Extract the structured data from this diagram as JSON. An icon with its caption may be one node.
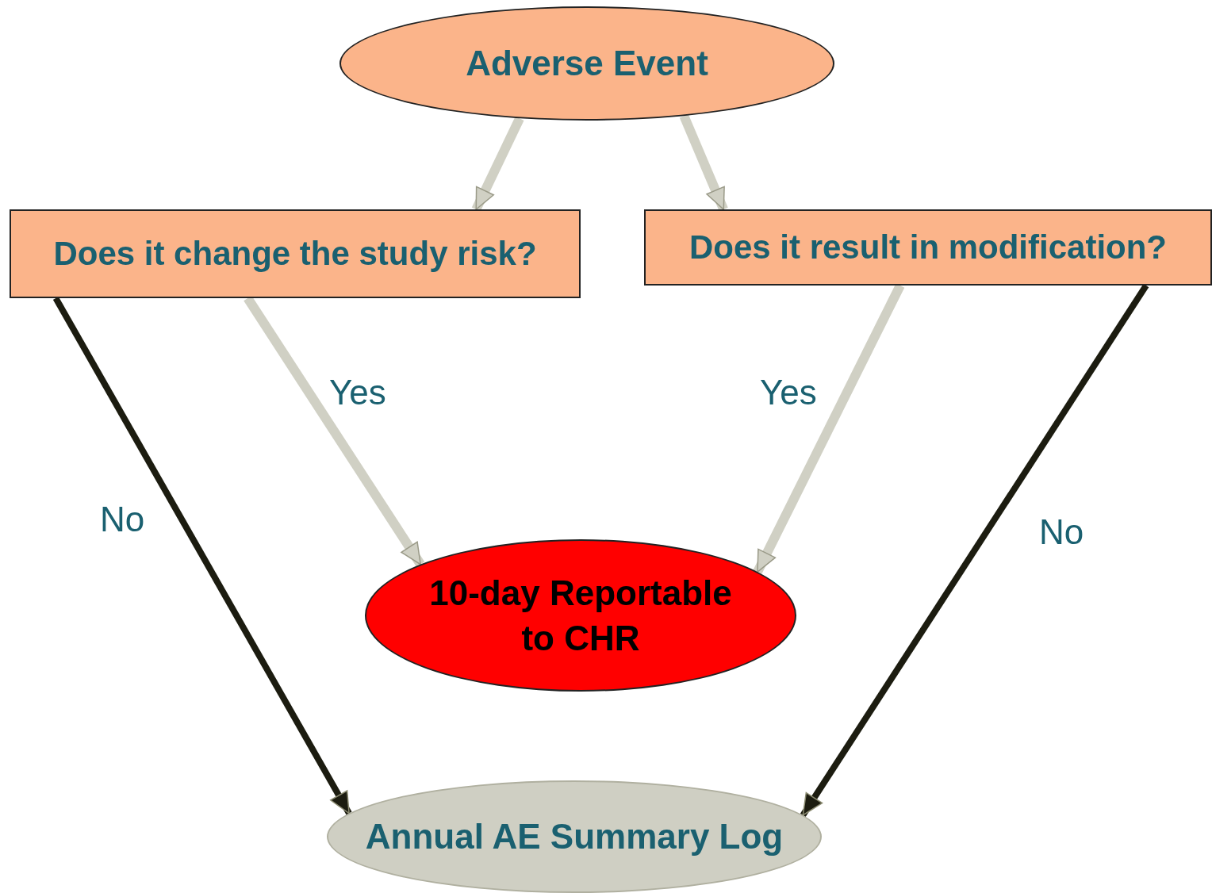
{
  "diagram": {
    "nodes": [
      {
        "text": [
          "Adverse Event"
        ]
      },
      {
        "text": [
          "Does it change the study risk?"
        ]
      },
      {
        "text": [
          "Does it result in modification?"
        ]
      },
      {
        "text": [
          "10-day Reportable to CHR"
        ]
      },
      {
        "text": [
          "Annual AE Summary Log"
        ]
      }
    ],
    "edges": [
      {
        "from": 0,
        "to": 1,
        "arrow": "to"
      },
      {
        "from": 0,
        "to": 2,
        "arrow": "to"
      },
      {
        "from": 1,
        "to": 3,
        "arrow": "to",
        "label": "Yes"
      },
      {
        "from": 2,
        "to": 3,
        "arrow": "to",
        "label": "Yes"
      },
      {
        "from": 1,
        "to": 4,
        "arrow": "to",
        "label": "No",
        "color": "#1c1c10"
      },
      {
        "from": 2,
        "to": 4,
        "arrow": "to",
        "label": "No",
        "color": "#1c1c10"
      }
    ]
  }
}
